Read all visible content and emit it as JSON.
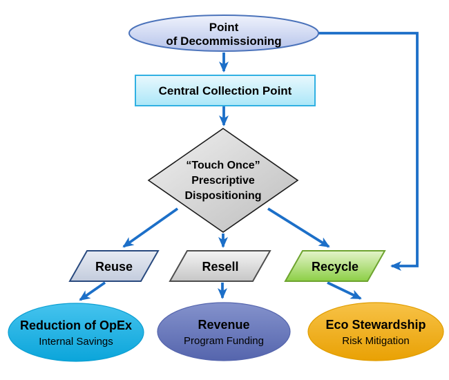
{
  "diagram": {
    "nodes": {
      "start": {
        "line1": "Point",
        "line2": "of Decommissioning",
        "shape": "ellipse"
      },
      "collection": {
        "label": "Central Collection Point",
        "shape": "rectangle"
      },
      "decision": {
        "line1": "“Touch Once”",
        "line2": "Prescriptive",
        "line3": "Dispositioning",
        "shape": "diamond"
      },
      "reuse": {
        "label": "Reuse",
        "shape": "parallelogram"
      },
      "resell": {
        "label": "Resell",
        "shape": "parallelogram"
      },
      "recycle": {
        "label": "Recycle",
        "shape": "parallelogram"
      },
      "opex": {
        "line1": "Reduction of OpEx",
        "line2": "Internal Savings",
        "shape": "ellipse"
      },
      "revenue": {
        "line1": "Revenue",
        "line2": "Program Funding",
        "shape": "ellipse"
      },
      "eco": {
        "line1": "Eco Stewardship",
        "line2": "Risk Mitigation",
        "shape": "ellipse"
      }
    },
    "edges": [
      {
        "from": "start",
        "to": "collection"
      },
      {
        "from": "collection",
        "to": "decision"
      },
      {
        "from": "decision",
        "to": "reuse"
      },
      {
        "from": "decision",
        "to": "resell"
      },
      {
        "from": "decision",
        "to": "recycle"
      },
      {
        "from": "reuse",
        "to": "opex"
      },
      {
        "from": "resell",
        "to": "revenue"
      },
      {
        "from": "recycle",
        "to": "eco"
      },
      {
        "from": "start",
        "to": "recycle",
        "type": "feedback-loop-right-side"
      }
    ],
    "colors": {
      "arrow": "#1c6fc8",
      "text": "#000000",
      "start_top": "#eff2fc",
      "start_bottom": "#b5c3ea",
      "start_border": "#4a72ba",
      "collection_top": "#e9f8fd",
      "collection_bottom": "#abe7f8",
      "collection_border": "#30b0e2",
      "decision_top": "#f0f0f0",
      "decision_bottom": "#bdbdbd",
      "decision_border": "#1a1a1a",
      "reuse_top": "#e7ebf3",
      "reuse_bottom": "#c3ccdd",
      "reuse_border": "#28497e",
      "resell_top": "#f4f4f4",
      "resell_bottom": "#c6c6c6",
      "resell_border": "#4d4d4d",
      "recycle_top": "#e4f4cb",
      "recycle_bottom": "#8ccf45",
      "recycle_border": "#6da32f",
      "opex_top": "#45c3ee",
      "opex_bottom": "#0ba5da",
      "opex_border": "#0c9fd2",
      "revenue_top": "#8492cc",
      "revenue_bottom": "#5565ad",
      "revenue_border": "#5565ad",
      "eco_top": "#f7c247",
      "eco_bottom": "#e9a104",
      "eco_border": "#e09d00"
    }
  }
}
